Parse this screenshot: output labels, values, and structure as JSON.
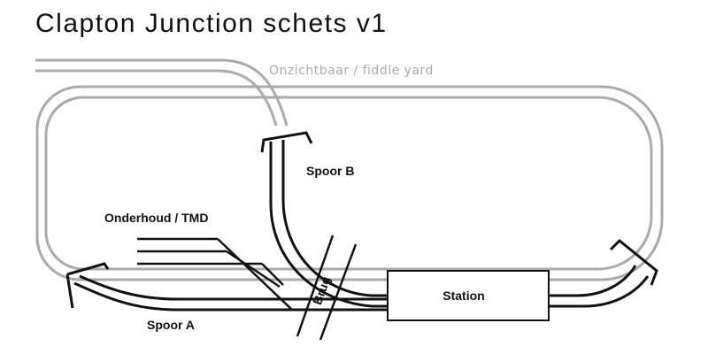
{
  "title": "Clapton Junction schets v1",
  "labels": {
    "hidden_yard": "Onzichtbaar / fiddle yard",
    "track_b": "Spoor B",
    "maintenance": "Onderhoud / TMD",
    "track_a": "Spoor A",
    "bridge": "Brug",
    "station": "Station"
  },
  "colors": {
    "hidden_track": "#aaaaaa",
    "visible_track": "#111111",
    "background": "#ffffff"
  }
}
